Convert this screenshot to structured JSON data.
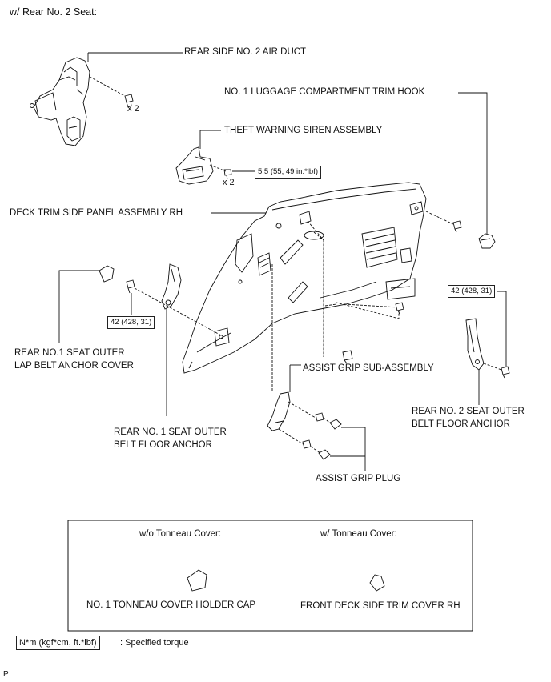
{
  "header": {
    "variant": "w/ Rear No. 2 Seat:"
  },
  "labels": {
    "rear_side_no2_air_duct": "REAR SIDE NO. 2 AIR DUCT",
    "luggage_trim_hook": "NO. 1 LUGGAGE COMPARTMENT TRIM HOOK",
    "theft_siren": "THEFT WARNING SIREN ASSEMBLY",
    "deck_trim_panel": "DECK TRIM SIDE PANEL ASSEMBLY RH",
    "lap_belt_cover": "REAR NO.1 SEAT OUTER LAP BELT ANCHOR COVER",
    "no1_floor_anchor": "REAR NO. 1 SEAT OUTER BELT FLOOR ANCHOR",
    "assist_grip": "ASSIST GRIP SUB-ASSEMBLY",
    "no2_floor_anchor": "REAR NO. 2 SEAT OUTER BELT FLOOR ANCHOR",
    "assist_grip_plug": "ASSIST GRIP PLUG"
  },
  "quantities": {
    "duct_clips": "x 2",
    "siren_bolts": "x 2"
  },
  "torques": {
    "siren": "5.5 (55, 49 in.*lbf)",
    "no1_anchor": "42 (428, 31)",
    "no2_anchor": "42 (428, 31)"
  },
  "variants": {
    "without_tonneau": {
      "heading": "w/o Tonneau Cover:",
      "part": "NO. 1 TONNEAU COVER HOLDER CAP"
    },
    "with_tonneau": {
      "heading": "w/ Tonneau Cover:",
      "part": "FRONT DECK SIDE TRIM COVER RH"
    }
  },
  "legend": {
    "unit": "N*m (kgf*cm, ft.*lbf)",
    "meaning": ": Specified torque"
  },
  "footer": {
    "code": "P"
  }
}
